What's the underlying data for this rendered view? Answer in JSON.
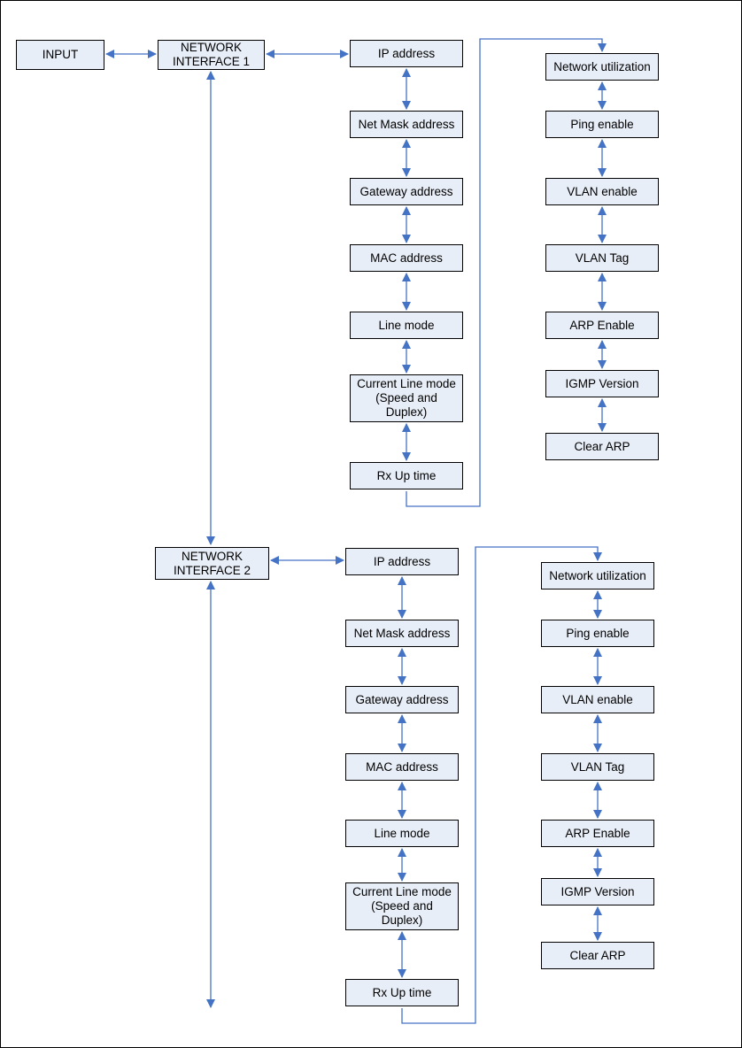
{
  "colors": {
    "box_fill": "#e8eef7",
    "box_border": "#000000",
    "arrow": "#4472c4"
  },
  "input": "INPUT",
  "interface1": {
    "title": "NETWORK\nINTERFACE 1",
    "left_column": [
      "IP address",
      "Net Mask address",
      "Gateway address",
      "MAC address",
      "Line mode",
      "Current Line mode\n(Speed and\nDuplex)",
      "Rx Up time"
    ],
    "right_column": [
      "Network utilization",
      "Ping enable",
      "VLAN enable",
      "VLAN Tag",
      "ARP Enable",
      "IGMP Version",
      "Clear ARP"
    ]
  },
  "interface2": {
    "title": "NETWORK\nINTERFACE 2",
    "left_column": [
      "IP address",
      "Net Mask address",
      "Gateway address",
      "MAC address",
      "Line mode",
      "Current Line mode\n(Speed and\nDuplex)",
      "Rx Up time"
    ],
    "right_column": [
      "Network utilization",
      "Ping enable",
      "VLAN enable",
      "VLAN Tag",
      "ARP Enable",
      "IGMP Version",
      "Clear ARP"
    ]
  }
}
